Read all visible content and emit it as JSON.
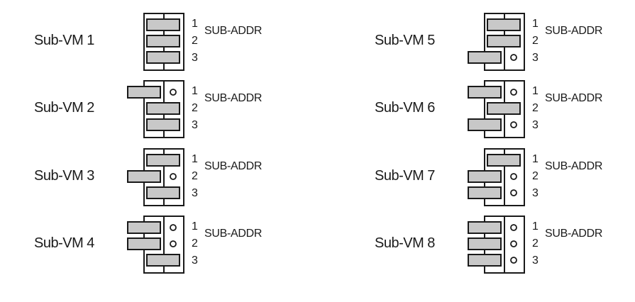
{
  "subaddr_label": "SUB-ADDR",
  "position_numbers": [
    "1",
    "2",
    "3"
  ],
  "colors": {
    "line": "#1a1a1a",
    "slider_fill": "#c8c8c8",
    "background": "#ffffff"
  },
  "switches": [
    {
      "label": "Sub-VM 1",
      "states": [
        "on",
        "on",
        "on"
      ]
    },
    {
      "label": "Sub-VM 2",
      "states": [
        "off",
        "on",
        "on"
      ]
    },
    {
      "label": "Sub-VM 3",
      "states": [
        "on",
        "off",
        "on"
      ]
    },
    {
      "label": "Sub-VM 4",
      "states": [
        "off",
        "off",
        "on"
      ]
    },
    {
      "label": "Sub-VM 5",
      "states": [
        "on",
        "on",
        "off"
      ]
    },
    {
      "label": "Sub-VM 6",
      "states": [
        "off",
        "on",
        "off"
      ]
    },
    {
      "label": "Sub-VM 7",
      "states": [
        "on",
        "off",
        "off"
      ]
    },
    {
      "label": "Sub-VM 8",
      "states": [
        "off",
        "off",
        "off"
      ]
    }
  ]
}
